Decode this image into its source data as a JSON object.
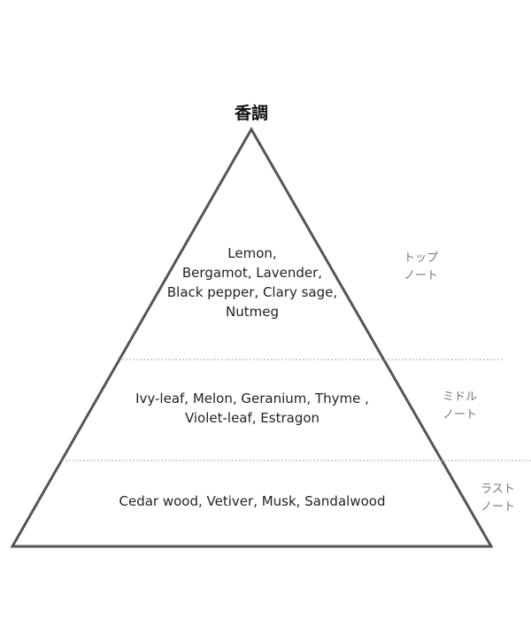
{
  "title": "香調",
  "layers": [
    {
      "notes": [
        "Lemon,",
        "Bergamot, Lavender,",
        "Black pepper, Clary sage,",
        "Nutmeg"
      ],
      "label": [
        "トップ",
        "ノート"
      ]
    },
    {
      "notes": [
        "Ivy-leaf, Melon, Geranium, Thyme ,",
        "Violet-leaf, Estragon"
      ],
      "label": [
        "ミドル",
        "ノート"
      ]
    },
    {
      "notes": [
        "Cedar wood, Vetiver, Musk, Sandalwood"
      ],
      "label": [
        "ラスト",
        "ノート"
      ]
    }
  ]
}
